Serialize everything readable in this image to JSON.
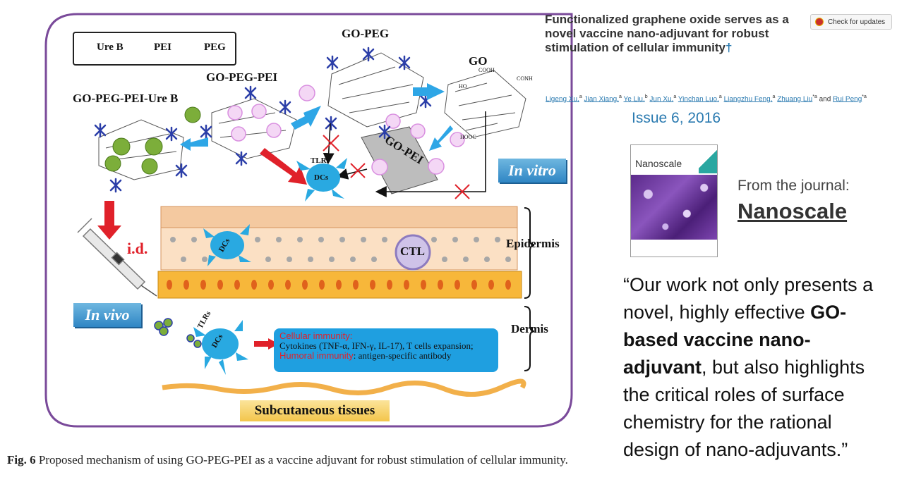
{
  "diagram": {
    "legend": {
      "ure_b": "Ure B",
      "pei": "PEI",
      "peg": "PEG"
    },
    "labels": {
      "go_peg": "GO-PEG",
      "go": "GO",
      "go_peg_pei": "GO-PEG-PEI",
      "go_peg_pei_ure_b": "GO-PEG-PEI-Ure B",
      "go_pei": "GO-PEI",
      "tlrs_top": "TLRs",
      "dcs_top": "DCs",
      "in_vitro": "In vitro",
      "id": "i.d.",
      "dcs_epidermis": "DCs",
      "ctl": "CTL",
      "epidermis": "Epidermis",
      "dermis": "Dermis",
      "in_vivo": "In vivo",
      "tlrs_bottom": "TLRs",
      "dcs_bottom": "DCs",
      "cooh": "COOH",
      "conh": "CONH",
      "ho": "HO",
      "hooc": "HOOC"
    },
    "immunity_box": {
      "cellular_title": "Cellular immunity:",
      "cellular_text": "Cytokines (TNF-α, IFN-γ, IL-17), T cells expansion;",
      "humoral_title": "Humoral immunity",
      "humoral_text": ": antigen-specific antibody"
    },
    "subcutaneous": "Subcutaneous tissues",
    "colors": {
      "frame": "#7a4a9a",
      "ure_b": "#7cae3a",
      "pei": "#d98fe0",
      "peg": "#2b3ea8",
      "red_arrow": "#e0212a",
      "blue_arrow": "#2ea6e6",
      "dc": "#29a9e1"
    }
  },
  "caption": {
    "fig_label": "Fig. 6",
    "text": " Proposed mechanism of using GO-PEG-PEI as a vaccine adjuvant for robust stimulation of cellular immunity."
  },
  "article": {
    "title": "Functionalized graphene oxide serves as a novel vaccine nano-adjuvant for robust stimulation of cellular immunity",
    "dagger": "†",
    "check_updates": "Check for updates",
    "authors": [
      {
        "name": "Ligeng Xu,",
        "sup": "a"
      },
      {
        "name": "Jian Xiang,",
        "sup": "a"
      },
      {
        "name": "Ye Liu,",
        "sup": "b"
      },
      {
        "name": "Jun Xu,",
        "sup": "a"
      },
      {
        "name": "Yinchan Luo,",
        "sup": "a"
      },
      {
        "name": "Liangzhu Feng,",
        "sup": "a"
      },
      {
        "name": "Zhuang Liu",
        "sup": "*a"
      },
      {
        "name": "Rui Peng",
        "sup": "*a"
      }
    ],
    "and_word": "and",
    "issue": "Issue 6, 2016",
    "cover_title": "Nanoscale",
    "from_journal": "From the journal:",
    "journal_name": "Nanoscale"
  },
  "quote": {
    "part1": "“Our work not only presents a novel, highly effective ",
    "bold": "GO-based vaccine nano-adjuvant",
    "part2": ", but also highlights the critical roles of surface chemistry for the rational design of nano-adjuvants.”"
  }
}
